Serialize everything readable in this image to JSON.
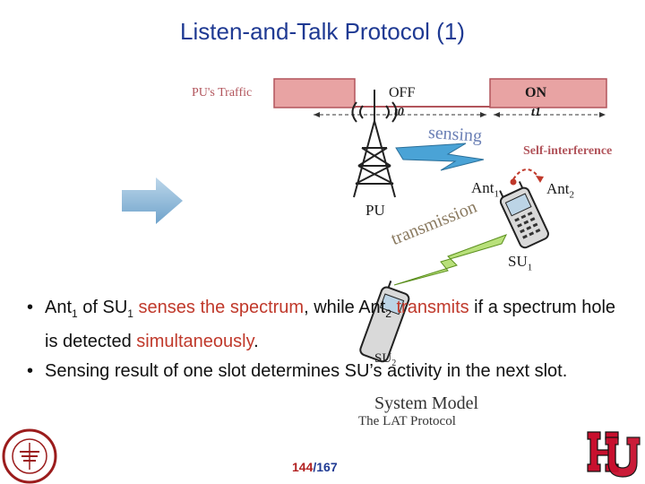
{
  "title": "Listen-and-Talk Protocol (1)",
  "diagram": {
    "traffic_label": "PU's  Traffic",
    "off_label": "OFF",
    "on_label": "ON",
    "t0_label": "t0",
    "t1_label": "t1",
    "sensing_label": "sensing",
    "self_interference_label": "Self-interference",
    "ant1_label": "Ant",
    "ant1_sub": "1",
    "ant2_label": "Ant",
    "ant2_sub": "2",
    "pu_label": "PU",
    "transmission_label": "transmission",
    "su1_label": "SU",
    "su1_sub": "1",
    "su2_label": "SU",
    "su2_sub": "2",
    "system_model_label": "System Model",
    "lat_protocol_label": "The LAT Protocol"
  },
  "bullets": [
    {
      "p1": "Ant",
      "sub1": "1",
      "p2": " of SU",
      "sub2": "1",
      "p3": " ",
      "red1": "senses the spectrum",
      "p4": ", while Ant",
      "sub3": "2",
      "p5": " ",
      "red2": "transmits",
      "p6": " if a spectrum hole is detected ",
      "red3": "simultaneously",
      "p7": "."
    },
    {
      "text": "Sensing result of one slot determines SU’s activity in the next slot."
    }
  ],
  "page": {
    "current": "144",
    "separator": "/",
    "total": "167"
  },
  "colors": {
    "title": "#1f3a93",
    "traffic_fill": "#e8a3a3",
    "traffic_stroke": "#b2555c",
    "highlight_red": "#c0392b",
    "lightning": "#4aa3d6",
    "arrow": "#7fb3d5"
  }
}
